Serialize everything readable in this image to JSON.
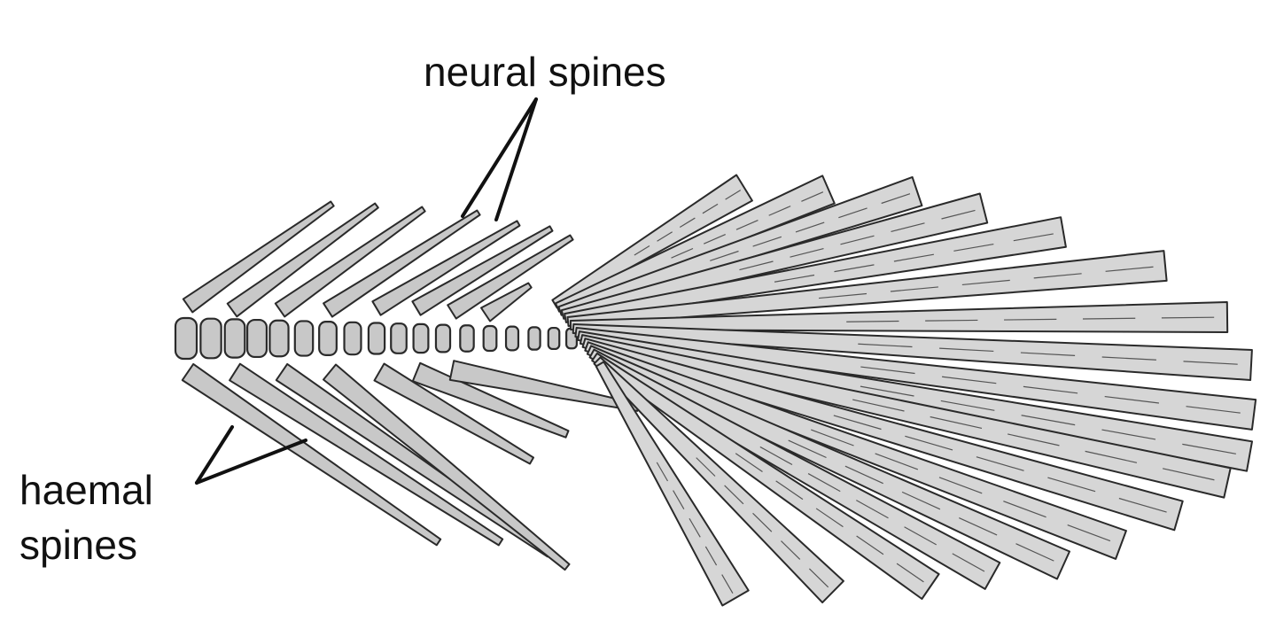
{
  "labels": {
    "neural": "neural spines",
    "haemal_line1": "haemal",
    "haemal_line2": "spines"
  },
  "colors": {
    "bone_fill": "#c8c8c8",
    "ray_fill": "#d6d6d6",
    "outline": "#2a2a2a",
    "background": "#ffffff"
  }
}
